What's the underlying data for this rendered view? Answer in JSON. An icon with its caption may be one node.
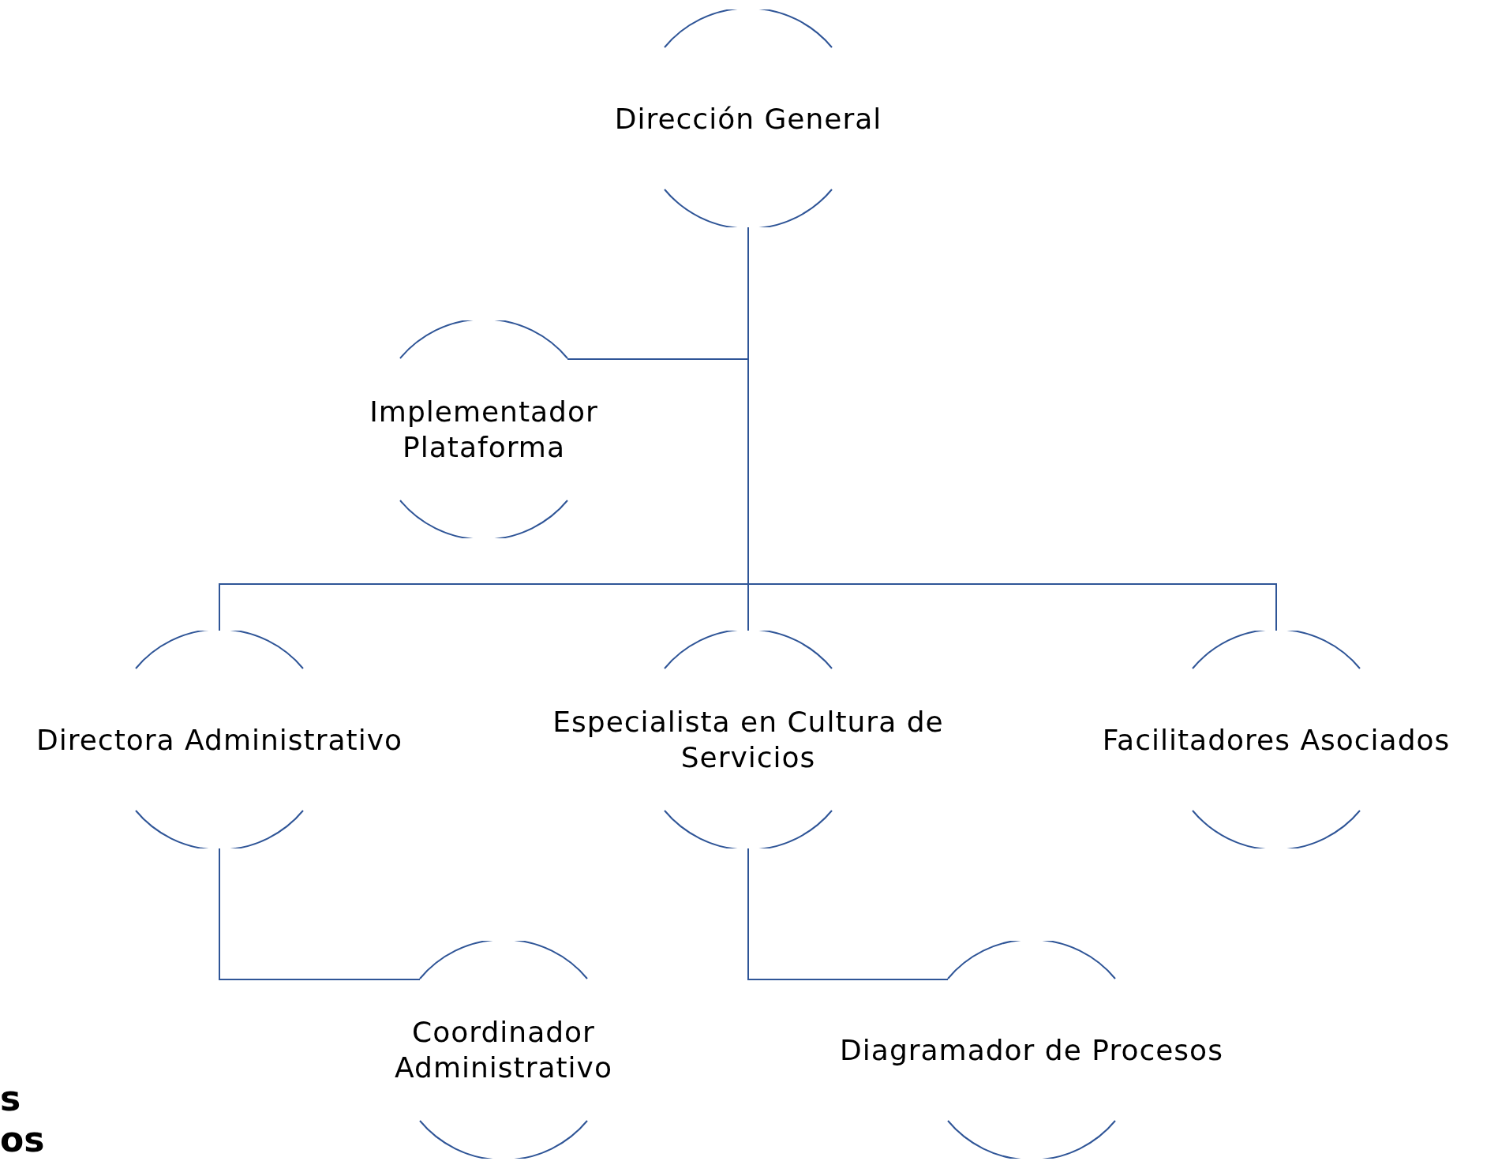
{
  "diagram": {
    "nodes": [
      {
        "text": [
          "Dirección General"
        ]
      },
      {
        "text": [
          "Implementador Plataforma"
        ]
      },
      {
        "text": [
          "Directora Administrativo"
        ]
      },
      {
        "text": [
          "Especialista en Cultura de Servicios"
        ]
      },
      {
        "text": [
          "Facilitadores Asociados"
        ]
      },
      {
        "text": [
          "Coordinador Administrativo"
        ]
      },
      {
        "text": [
          "Diagramador de Procesos"
        ]
      }
    ],
    "edges": [
      {
        "from": 0,
        "to": 1,
        "arrow": "none"
      },
      {
        "from": 0,
        "to": 2,
        "arrow": "none"
      },
      {
        "from": 0,
        "to": 3,
        "arrow": "none"
      },
      {
        "from": 0,
        "to": 4,
        "arrow": "none"
      },
      {
        "from": 2,
        "to": 5,
        "arrow": "none"
      },
      {
        "from": 3,
        "to": 6,
        "arrow": "none"
      }
    ],
    "labels": [
      "s",
      "os"
    ]
  }
}
